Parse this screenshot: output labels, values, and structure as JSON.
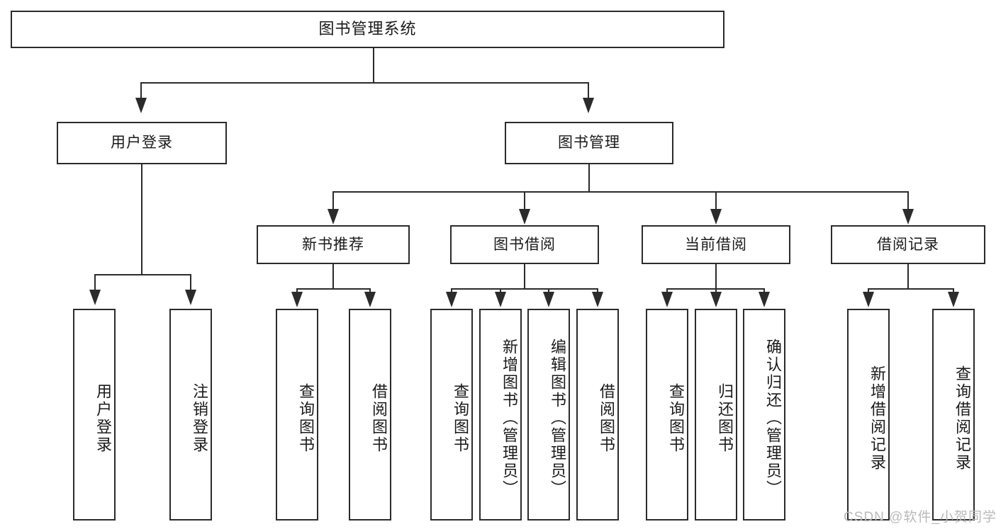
{
  "diagram": {
    "type": "tree-hierarchy-chart",
    "root": {
      "label": "图书管理系统"
    },
    "level1": [
      {
        "label": "用户登录"
      },
      {
        "label": "图书管理"
      }
    ],
    "level2": [
      {
        "label": "新书推荐"
      },
      {
        "label": "图书借阅"
      },
      {
        "label": "当前借阅"
      },
      {
        "label": "借阅记录"
      }
    ],
    "leaves": {
      "user_login": [
        {
          "label": "用户登录"
        },
        {
          "label": "注销登录"
        }
      ],
      "new_book_recommend": [
        {
          "label": "查询图书"
        },
        {
          "label": "借阅图书"
        }
      ],
      "book_borrow": [
        {
          "label": "查询图书"
        },
        {
          "label": "新增图书（管理员）"
        },
        {
          "label": "编辑图书（管理员）"
        },
        {
          "label": "借阅图书"
        }
      ],
      "current_borrow": [
        {
          "label": "查询图书"
        },
        {
          "label": "归还图书"
        },
        {
          "label": "确认归还（管理员）"
        }
      ],
      "borrow_record": [
        {
          "label": "新增借阅记录"
        },
        {
          "label": "查询借阅记录"
        }
      ]
    }
  },
  "watermark": {
    "text": "CSDN @软件_小贺同学"
  },
  "colors": {
    "stroke": "#2b2b2b",
    "background": "#ffffff",
    "text": "#1a1a1a",
    "watermark": "#b9b9b9"
  }
}
